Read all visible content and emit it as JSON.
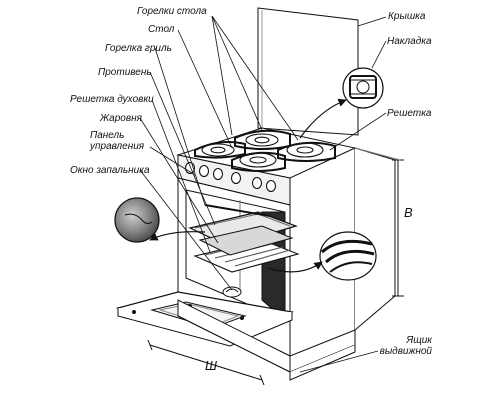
{
  "diagram": {
    "labels": {
      "burners": "Горелки стола",
      "table": "Стол",
      "grill_burner": "Горелка гриль",
      "baking_tray": "Противень",
      "oven_rack": "Решетка духовки",
      "roasting_pan": "Жаровня",
      "control_panel": "Панель управления",
      "ignition_window": "Окно запальника",
      "lid": "Крышка",
      "overlay": "Накладка",
      "grate": "Решетка",
      "drawer": "Ящик выдвижной"
    },
    "dimensions": {
      "height": "В",
      "width": "Ш"
    },
    "line_color": "#111111",
    "fill_color": "#ffffff",
    "shade_color": "#bdbdbd"
  }
}
